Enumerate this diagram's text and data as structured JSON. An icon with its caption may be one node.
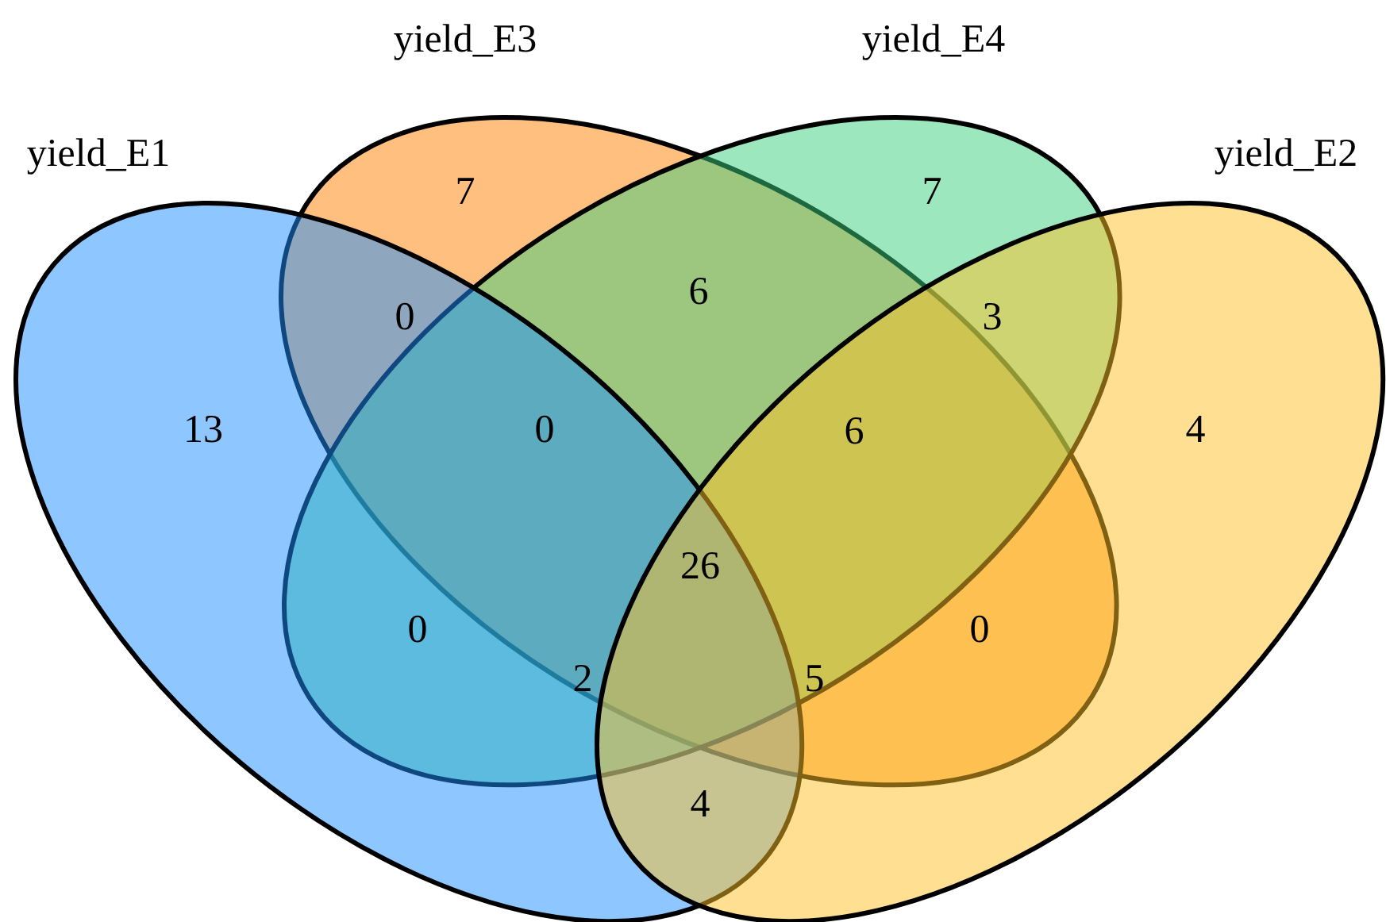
{
  "diagram": {
    "nodes": [
      {
        "text": [
          "yield_E3"
        ]
      },
      {
        "text": [
          "yield_E4"
        ]
      },
      {
        "text": [
          "yield_E1"
        ]
      },
      {
        "text": [
          "yield_E2"
        ]
      }
    ],
    "labels": [
      "7",
      "7",
      "0",
      "6",
      "3",
      "13",
      "0",
      "6",
      "4",
      "26",
      "0",
      "0",
      "2",
      "5",
      "4"
    ]
  }
}
